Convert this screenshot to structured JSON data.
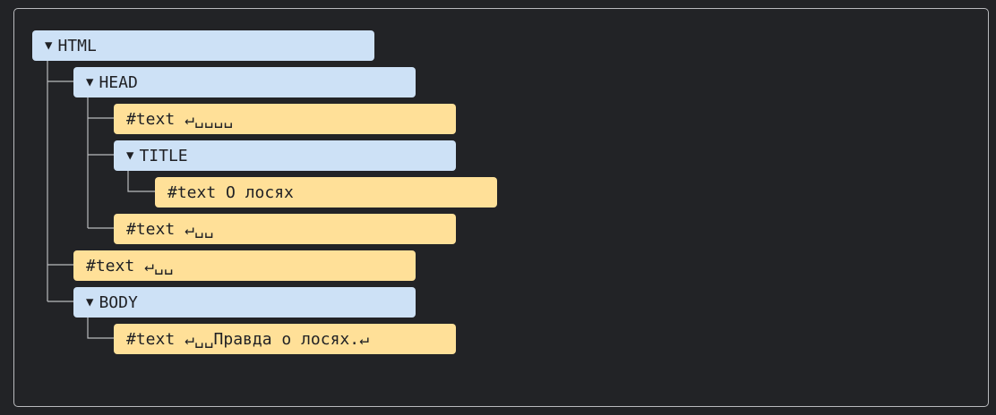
{
  "tree": {
    "html_label": "HTML",
    "head_label": "HEAD",
    "head_text_1": "#text ↵␣␣␣␣",
    "title_label": "TITLE",
    "title_text": "#text О лосях",
    "head_text_2": "#text ↵␣␣",
    "html_text": "#text ↵␣␣",
    "body_label": "BODY",
    "body_text": "#text ↵␣␣Правда о лосях.↵",
    "expanded_icon": "▼"
  },
  "colors": {
    "background": "#222326",
    "frame_border": "#b9babd",
    "element_node": "#cde1f6",
    "text_node": "#ffe098",
    "connector": "#b9babd"
  }
}
